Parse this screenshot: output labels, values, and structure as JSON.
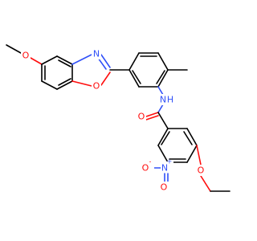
{
  "colors": {
    "background": "#ffffff",
    "carbon_bond": "#000000",
    "oxygen": "#ff0d0d",
    "nitrogen": "#3050f8"
  },
  "atoms": {
    "o_methoxy": {
      "text": "O",
      "element": "O"
    },
    "n_oxazole": {
      "text": "N",
      "element": "N"
    },
    "o_oxazole": {
      "text": "O",
      "element": "O"
    },
    "n_amide": {
      "text": "N",
      "element": "N"
    },
    "h_amide": {
      "text": "H",
      "element": "N"
    },
    "o_carbonyl": {
      "text": "O",
      "element": "O"
    },
    "n_nitro": {
      "text": "N",
      "element": "N"
    },
    "n_nitro_charge": {
      "text": "+",
      "element": "N"
    },
    "o_nitro_left": {
      "text": "O",
      "element": "O"
    },
    "o_nitro_left_charge": {
      "text": "-",
      "element": "O"
    },
    "o_nitro_bottom": {
      "text": "O",
      "element": "O"
    },
    "o_ethoxy": {
      "text": "O",
      "element": "O"
    }
  }
}
